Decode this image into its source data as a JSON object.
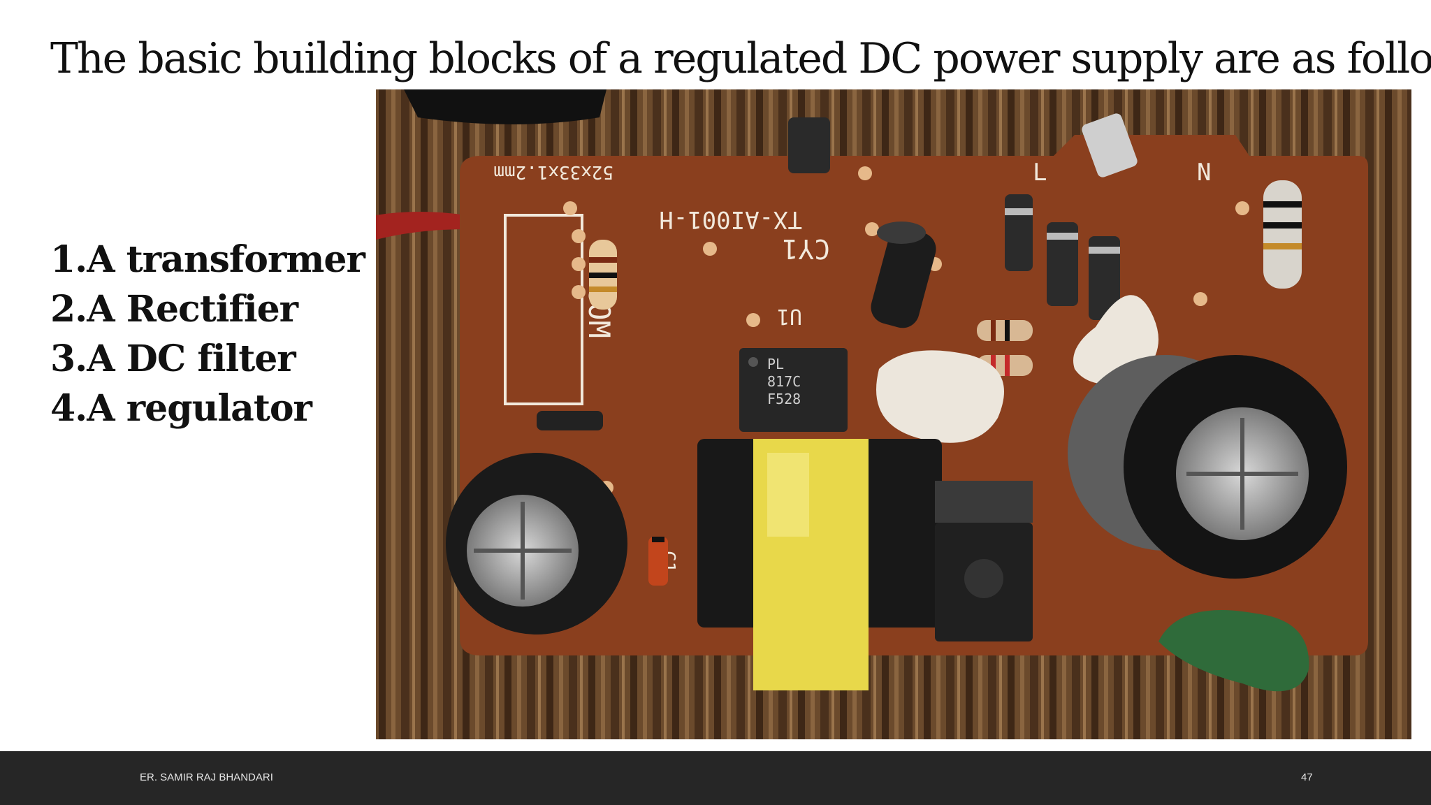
{
  "slide": {
    "title": "The basic building blocks of a regulated DC power supply are as follows:",
    "items": [
      "1.A transformer",
      "2.A Rectifier",
      "3.A DC filter",
      "4.A regulator"
    ]
  },
  "photo": {
    "board_markings": {
      "size": "52ⅹ33ⅹ1.2mm",
      "model": "TX-AI001-H",
      "cap_label": "CY1",
      "com": "COM",
      "ic_label": "U1",
      "optocoupler_line1": "PL",
      "optocoupler_line2": "817C",
      "optocoupler_line3": "F528",
      "c_label": "C1",
      "n_label": "N",
      "l_label": "L"
    }
  },
  "footer": {
    "author": "ER. SAMIR RAJ BHANDARI",
    "page_number": "47"
  },
  "colors": {
    "footer_bg": "#262626",
    "pcb": "#8a3f1e",
    "wood": "#5a3a22"
  }
}
